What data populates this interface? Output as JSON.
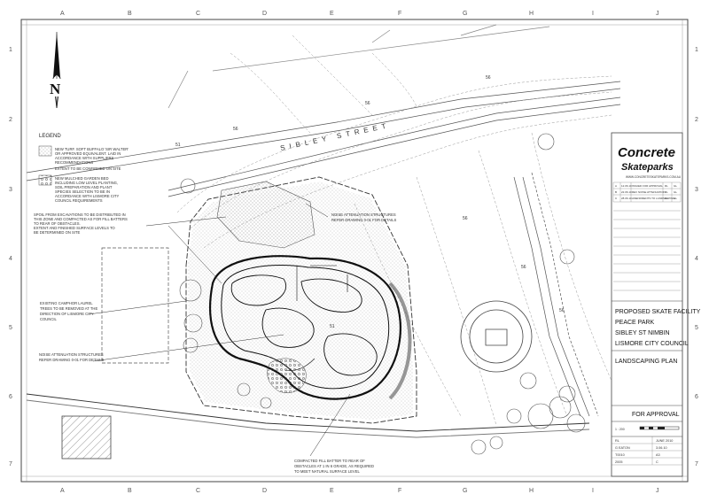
{
  "grid": {
    "columns": [
      "A",
      "B",
      "C",
      "D",
      "E",
      "F",
      "G",
      "H",
      "I",
      "J"
    ],
    "rows": [
      "1",
      "2",
      "3",
      "4",
      "5",
      "6",
      "7"
    ]
  },
  "north": {
    "label": "N"
  },
  "street": {
    "name": "SIBLEY STREET"
  },
  "contours": {
    "c51a": "51",
    "c51b": "51",
    "c56a": "56",
    "c56b": "56",
    "c56c": "56",
    "c56d": "56",
    "c56e": "56",
    "c56f": "56"
  },
  "legend": {
    "title": "LEGEND",
    "item1": [
      "NEW TURF. SOFT BUFFALO 'SIR WALTER'",
      "OR APPROVED EQUIVALENT. LAID IN",
      "ACCORDANCE WITH SUPPLIERS",
      "RECOMMENDATIONS",
      "EXTENT TO BE CONFIRMED ON SITE"
    ],
    "item2": [
      "NEW MULCHED GARDEN BED",
      "INCLUDING LOW LEVEL PLANTING,",
      "SOIL PREPARATION AND PLANT",
      "SPECIES SELECTION TO BE IN",
      "ACCORDANCE WITH LISMORE CITY",
      "COUNCIL REQUIREMENTS"
    ]
  },
  "notes": {
    "spoil": [
      "SPOIL FROM EXCAVATIONS TO BE DISTRIBUTED IN",
      "THIS ZONE AND COMPACTED AS FOR FILL BATTERS",
      "TO REAR OF OBSTACLES.",
      "EXTENT AND FINISHED SURFACE LEVELS TO",
      "BE DETERMINED ON SITE"
    ],
    "camphor": [
      "EXISTING CAMPHOR LAUREL",
      "TREES TO BE REMOVED AT THE",
      "DIRECTION OF LISMORE CITY",
      "COUNCIL"
    ],
    "noise_left": [
      "NOISE ATTENUATION STRUCTURES",
      "REFER DRAWING 0-01 FOR DETAILS"
    ],
    "noise_top": [
      "NOISE ATTENUATION STRUCTURES",
      "REFER DRAWING 0-01 FOR DETAILS"
    ],
    "fill": [
      "COMPACTED FILL BATTER TO REAR OF",
      "OBSTACLES AT 1 IN 6 GRADE, AS REQUIRED",
      "TO MEET NATURAL SURFACE LEVEL"
    ]
  },
  "title_block": {
    "logo_line1": "Concrete",
    "logo_line2": "Skateparks",
    "website": "WWW.CONCRETESKATEPARKS.COM.AU",
    "revisions": [
      [
        "A",
        "12.06.10",
        "ISSUED FOR APPROVAL",
        "RL",
        "GL"
      ],
      [
        "B",
        "22.06.10",
        "REV NOISE ATTENUATION",
        "RL",
        "GL"
      ],
      [
        "C",
        "28.06.10",
        "AMENDMENTS TO LANDSCAPING",
        "RL",
        "GL"
      ]
    ],
    "project": [
      "PROPOSED SKATE FACILITY",
      "PEACE PARK",
      "SIBLEY ST NIMBIN",
      "LISMORE CITY COUNCIL"
    ],
    "drawing_title": "LANDSCAPING PLAN",
    "status": "FOR APPROVAL",
    "scale": "1 : 200",
    "drawn": "RL",
    "checked": "G EATON",
    "project_no": "T0010",
    "drawing_no": "2005",
    "date": "JUNE 2010",
    "date2": "3.06.10",
    "sheet": "A3",
    "revision": "C"
  }
}
